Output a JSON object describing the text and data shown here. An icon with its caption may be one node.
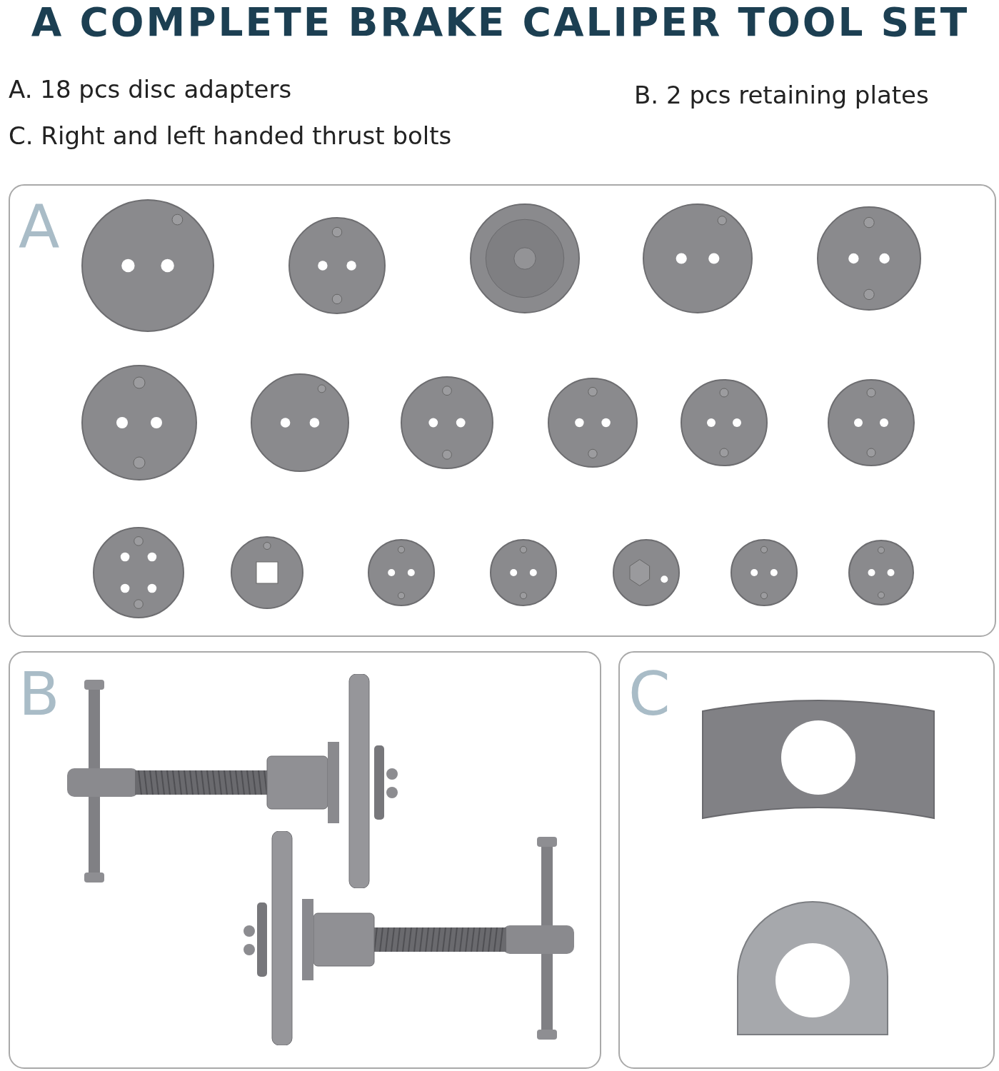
{
  "diagram": {
    "title": "A COMPLETE BRAKE CALIPER TOOL SET",
    "nodes": [
      {
        "text": [
          "A"
        ]
      },
      {
        "text": [
          "B"
        ]
      },
      {
        "text": [
          "C"
        ]
      }
    ],
    "labels": [
      "A. 18 pcs disc adapters",
      "B. 2 pcs retaining plates",
      "C. Right and left handed thrust bolts"
    ]
  }
}
